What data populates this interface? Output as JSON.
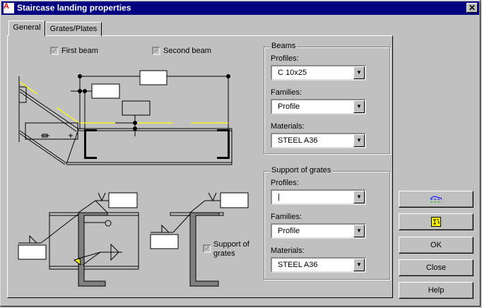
{
  "window": {
    "title": "Staircase landing properties",
    "icon": "A 3D"
  },
  "tabs": [
    {
      "label": "General"
    },
    {
      "label": "Grates/Plates"
    }
  ],
  "diagram": {
    "first_beam": {
      "label": "First beam",
      "checked": true
    },
    "second_beam": {
      "label": "Second beam",
      "checked": true
    },
    "support_of_grates": {
      "label1": "Support of",
      "label2": "grates",
      "checked": true
    }
  },
  "beams": {
    "title": "Beams",
    "profiles_label": "Profiles:",
    "profiles_value": "C 10x25",
    "families_label": "Families:",
    "families_value": "Profile",
    "materials_label": "Materials:",
    "materials_value": "STEEL A36"
  },
  "support": {
    "title": "Support of grates",
    "profiles_label": "Profiles:",
    "profiles_value": "|",
    "families_label": "Families:",
    "families_value": "Profile",
    "materials_label": "Materials:",
    "materials_value": "STEEL A36"
  },
  "buttons": {
    "ok": "OK",
    "close": "Close",
    "help": "Help"
  },
  "colors": {
    "title_bar": "#000080",
    "yellow": "#ffff00",
    "steel": "#808080"
  }
}
